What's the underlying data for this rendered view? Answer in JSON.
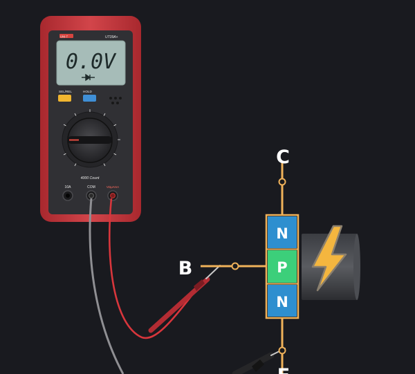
{
  "meter": {
    "brand": "UNI-T",
    "model": "UT39A+",
    "display": "0.0V",
    "btn_select": "SEL/REL",
    "btn_hold": "HOLD",
    "count": "4000 Count",
    "jack_10a": "10A",
    "jack_com": "COM",
    "jack_v": "VΩμAmA"
  },
  "transistor": {
    "terminal_c": "C",
    "terminal_b": "B",
    "terminal_e": "E",
    "layers": [
      "N",
      "P",
      "N"
    ]
  },
  "colors": {
    "layer_n": "#2e8fcf",
    "layer_p": "#3ccf7a",
    "wire": "#f0b25a",
    "probe_red": "#c7353a",
    "probe_black": "#2b2b2b",
    "meter_body": "#c63a3f",
    "lcd": "#a6bcb8",
    "bolt": "#f4b63f"
  },
  "icons": [
    "diode-icon",
    "lightning-bolt-icon"
  ]
}
